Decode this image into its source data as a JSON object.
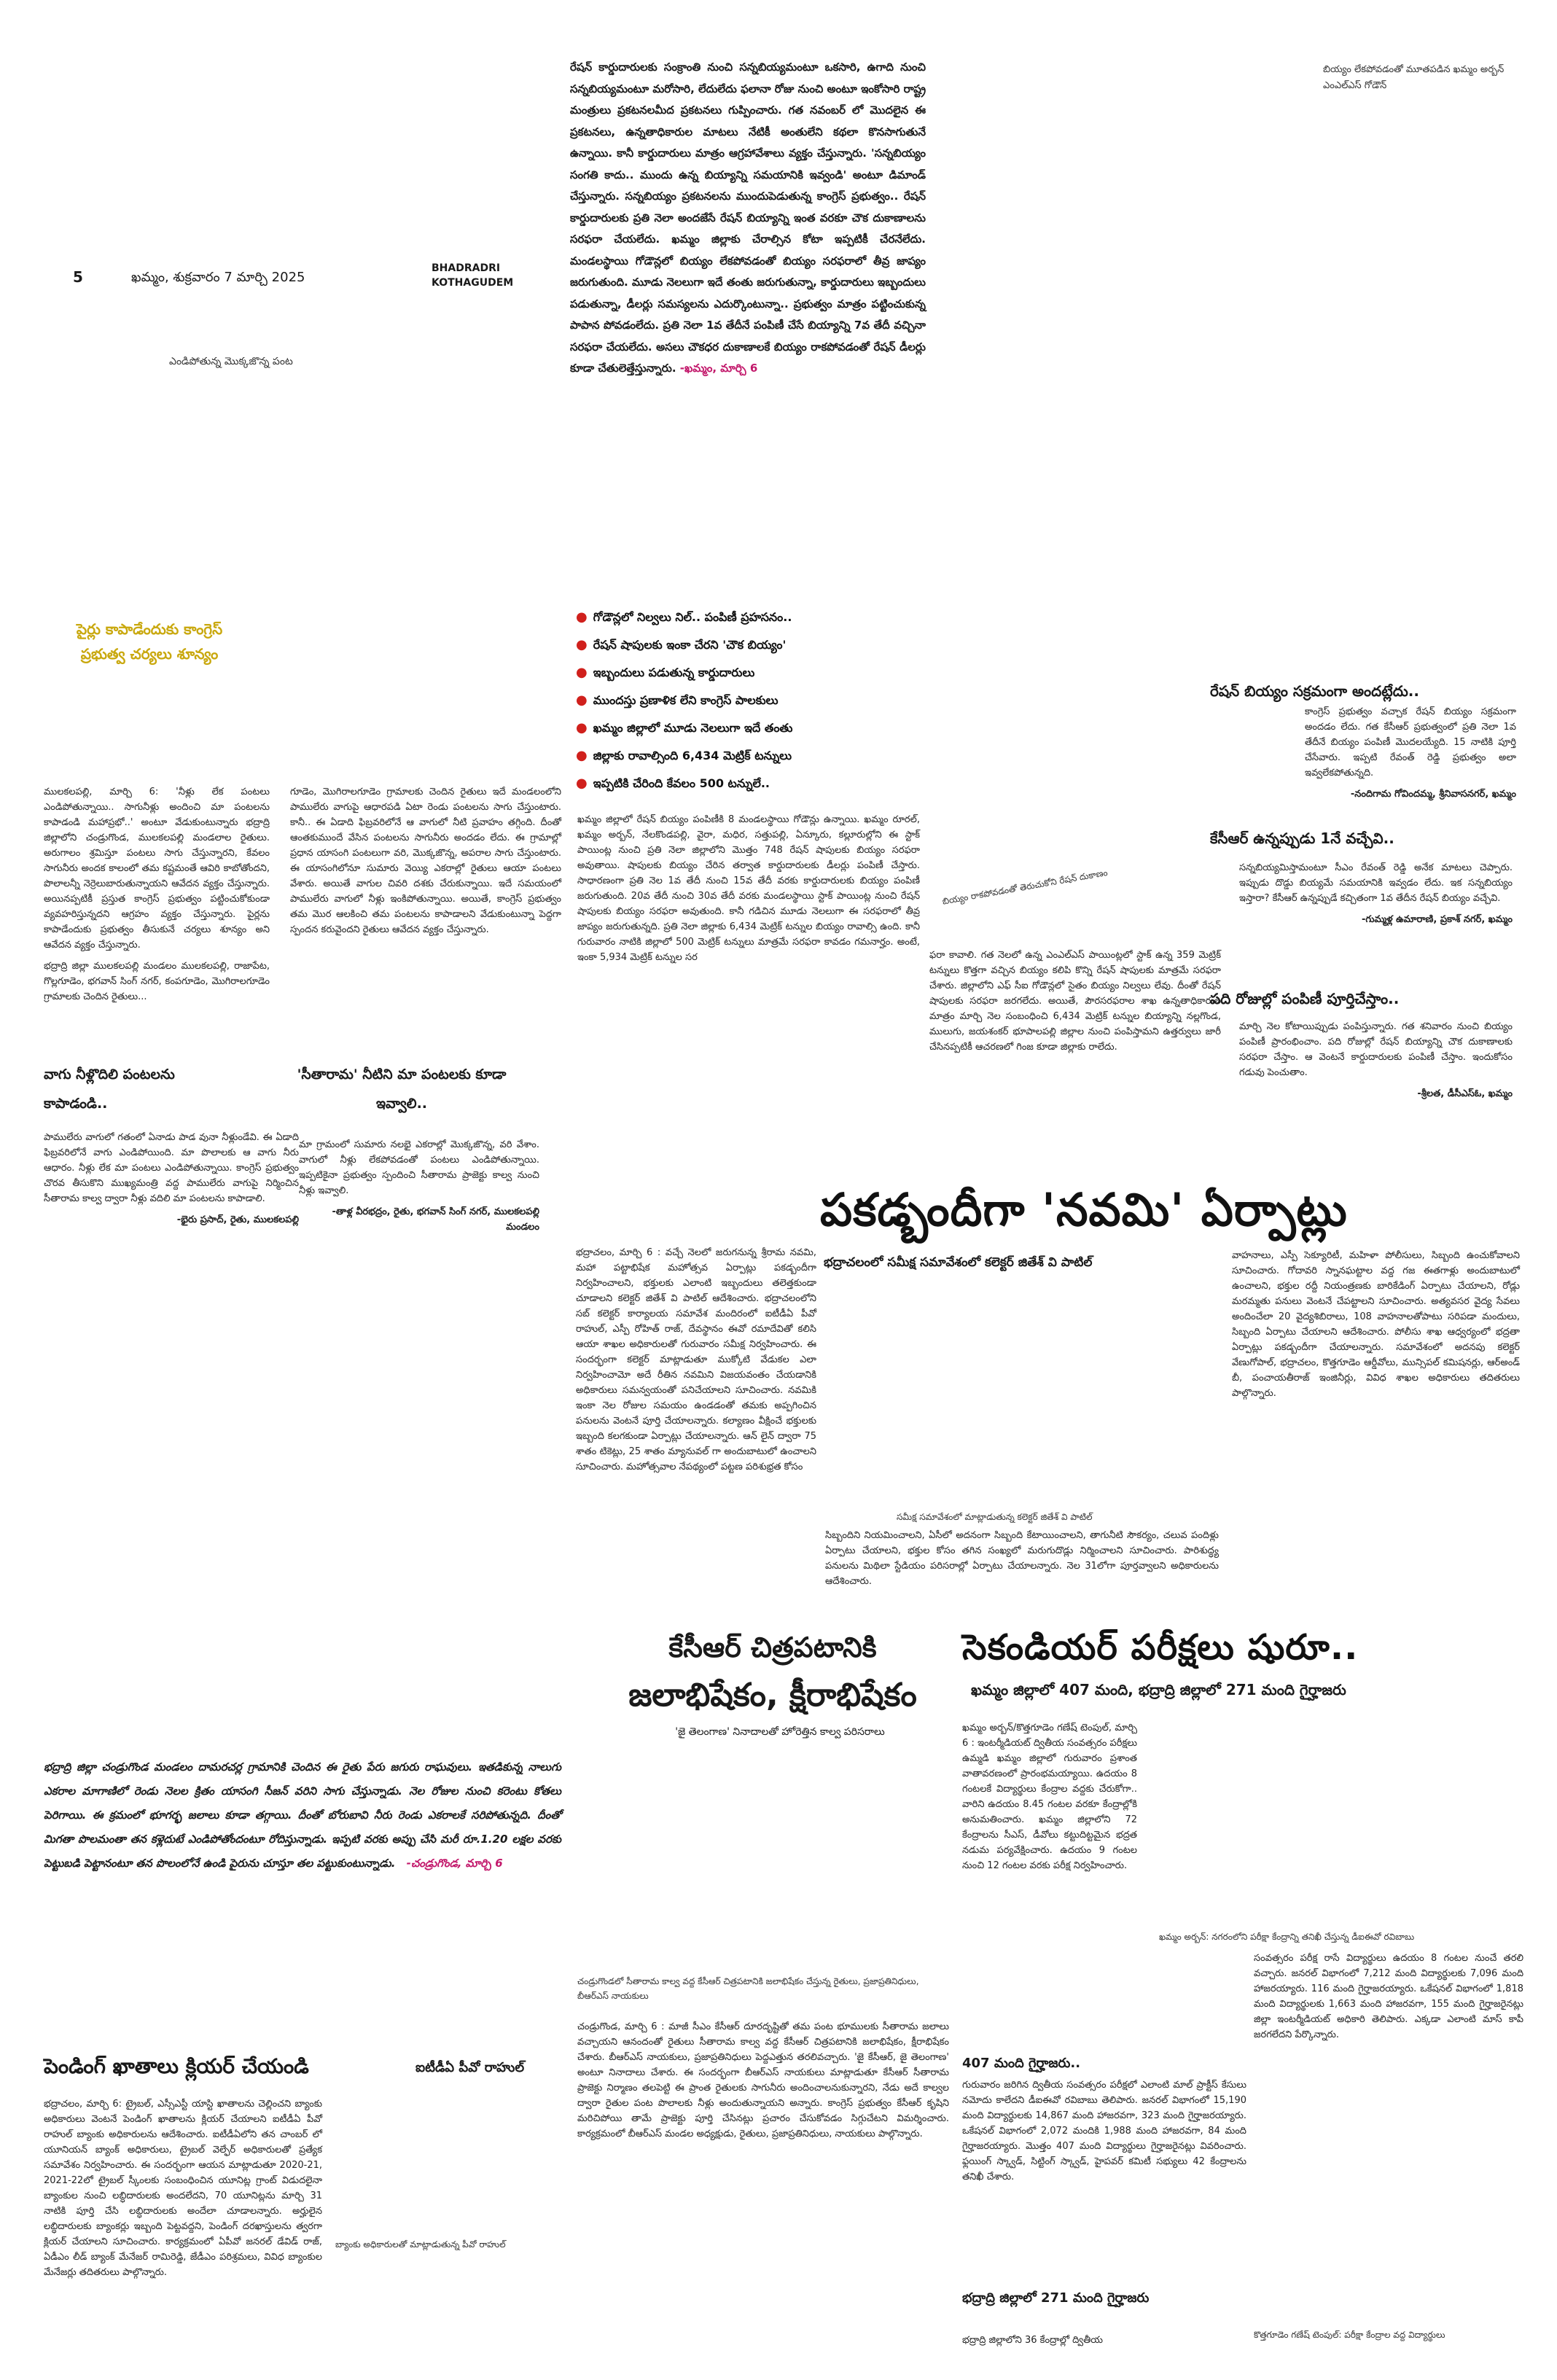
{
  "masthead": {
    "page_no": "5",
    "date_line": "ఖమ్మం, శుక్రవారం 7 మార్చి 2025",
    "edition": "BHADRADRI KOTHAGUDEM"
  },
  "top_left_caption": "ఎండిపోతున్న మొక్కజొన్న పంట",
  "top_right_caption": "బియ్యం లేకపోవడంతో మూతపడిన ఖమ్మం అర్బన్ ఎంఎల్ఎస్ గోడౌన్",
  "ration_story": {
    "text": "రేషన్ కార్డుదారులకు సంక్రాంతి నుంచి సన్నబియ్యమంటూ ఒకసారి, ఉగాది నుంచి సన్నబియ్యమంటూ మరోసారి, లేదులేదు ఫలానా రోజు నుంచి అంటూ ఇంకోసారి రాష్ట్ర మంత్రులు ప్రకటనలమీద ప్రకటనలు గుప్పించారు. గత నవంబర్ లో మొదలైన ఈ ప్రకటనలు, ఉన్నతాధికారుల మాటలు నేటికీ అంతులేని కథలా కొనసాగుతునే ఉన్నాయి. కానీ కార్డుదారులు మాత్రం ఆగ్రహావేశాలు వ్యక్తం చేస్తున్నారు. 'సన్నబియ్యం సంగతి కాదు.. ముందు ఉన్న బియ్యాన్ని సమయానికి ఇవ్వండి' అంటూ డిమాండ్ చేస్తున్నారు. సన్నబియ్యం ప్రకటనలను ముందుపెడుతున్న కాంగ్రెస్ ప్రభుత్వం.. రేషన్ కార్డుదారులకు ప్రతి నెలా అందజేసే రేషన్ బియ్యాన్ని ఇంత వరకూ చౌక దుకాణాలను సరఫరా చేయలేదు. ఖమ్మం జిల్లాకు చేరాల్సిన కోటా ఇప్పటికీ చేరనేలేదు. మండలస్థాయి గోడౌన్లలో బియ్యం లేకపోవడంతో బియ్యం సరఫరాలో తీవ్ర జాప్యం జరుగుతుంది. మూడు నెలలుగా ఇదే తంతు జరుగుతున్నా, కార్డుదారులు ఇబ్బందులు పడుతున్నా, డీలర్లు సమస్యలను ఎదుర్కొంటున్నా.. ప్రభుత్వం మాత్రం పట్టించుకున్న పాపాన పోవడంలేదు. ప్రతి నెలా 1వ తేదీనే పంపిణీ చేసే బియ్యాన్ని 7వ తేదీ వచ్చినా సరఫరా చేయలేదు. అసలు చౌకధర దుకాణాలకే బియ్యం రాకపోవడంతో రేషన్ డీలర్లు కూడా చేతులెత్తేస్తున్నారు.",
    "dateline": "-ఖమ్మం, మార్చి 6"
  },
  "farmers_section": {
    "head": "పైర్లు కాపాడేందుకు కాంగ్రెస్ ప్రభుత్వ చర్యలు శూన్యం",
    "col1": "ములకలపల్లి, మార్చి 6: 'నీళ్లు లేక పంటలు ఎండిపోతున్నాయి.. సాగునీళ్లు అందించి మా పంటలను కాపాడండి మహాప్రభో..' అంటూ వేడుకుంటున్నారు భద్రాద్రి జిల్లాలోని చండ్రుగొండ, ములకలపల్లి మండలాల రైతులు. అరుగాలం శ్రమిస్తూ పంటలు సాగు చేస్తున్నారని, కేవలం సాగునీరు అందక కాలంలో తమ కష్టమంతే ఆవిరి కాబోతోందని, పొలాలన్నీ నెర్రెలుబారుతున్నాయని ఆవేదన వ్యక్తం చేస్తున్నారు. అయినప్పటికీ ప్రస్తుత కాంగ్రెస్ ప్రభుత్వం పట్టించుకోకుండా వ్యవహరిస్తున్నదని ఆగ్రహం వ్యక్తం చేస్తున్నారు. పైర్లను కాపాడేందుకు ప్రభుత్వం తీసుకునే చర్యలు శూన్యం అని ఆవేదన వ్యక్తం చేస్తున్నారు.",
    "col1b": "భద్రాద్రి జిల్లా ములకలపల్లి మండలం ములకలపల్లి, రాజాపేట, గొల్లగూడెం, భగవాన్ సింగ్ నగర్, కంపగూడెం, మొగిరాలగూడెం గ్రామాలకు చెందిన రైతులు...",
    "col2": "గూడెం, మొగిరాలగూడెం గ్రామాలకు చెందిన రైతులు ఇదే మండలంలోని పాములేరు వాగుపై ఆధారపడి ఏటా రెండు పంటలను సాగు చేస్తుంటారు. కానీ.. ఈ ఏడాది ఫిబ్రవరిలోనే ఆ వాగులో నీటి ప్రవాహం తగ్గింది. దీంతో ఆంతకుముందే వేసిన పంటలను సాగునీరు అందడం లేదు. ఈ గ్రామాల్లో ప్రధాన యాసంగి పంటలుగా వరి, మొక్కజొన్న, అపరాల సాగు చేస్తుంటారు. ఈ యాసంగిలోనూ సుమారు వెయ్యి ఎకరాల్లో రైతులు ఆయా పంటలు వేశారు. అయితే వాగుల చివరి దశకు చేరుకున్నాయి. ఇదే సమయంలో పాములేరు వాగులో నీళ్లు ఇంకిపోతున్నాయి. అయితే, కాంగ్రెస్ ప్రభుత్వం తమ మొర ఆలకించి తమ పంటలను కాపాడాలని వేడుకుంటున్నా పెద్దగా స్పందన కరువైందని రైతులు ఆవేదన వ్యక్తం చేస్తున్నారు.",
    "sub1_head": "వాగు నీళ్లొదిలి పంటలను కాపాడండి..",
    "sub1_text": "పాములేరు వాగులో గతంలో ఏనాడు పాడ వునా నీళ్లుండేవి. ఈ ఏడాది ఫిబ్రవరిలోనే వాగు ఎండిపోయింది. మా పొలాలకు ఆ వాగు నీరు ఆధారం. నీళ్లు లేక మా పంటలు ఎండిపోతున్నాయి. కాంగ్రెస్ ప్రభుత్వం చొరవ తీసుకొని ముఖ్యమంత్రి వద్ద పాములేరు వాగుపై నిర్మించిన సీతారామ కాల్వ ద్వారా నీళ్లు వదిలి మా పంటలను కాపాడాలి.",
    "sub1_sig": "-భైరు ప్రసాద్, రైతు, ములకలపల్లి",
    "sub2_head": "'సీతారామ' నీటిని మా పంటలకు కూడా ఇవ్వాలి..",
    "sub2_text": "మా గ్రామంలో సుమారు నలభై ఎకరాల్లో మొక్కజొన్న, వరి వేశాం. వాగులో నీళ్లు లేకపోవడంతో పంటలు ఎండిపోతున్నాయి. ఇప్పటికైనా ప్రభుత్వం స్పందించి సీతారామ ప్రాజెక్టు కాల్వ నుంచి నీళ్లు ఇవ్వాలి.",
    "sub2_sig": "-తాళ్ల వీరభద్రం, రైతు, భగవాన్ సింగ్ నగర్, ములకలపల్లి మండలం"
  },
  "ration_highlights": [
    "గోడౌన్లలో నిల్వలు నిల్.. పంపిణీ ప్రహసనం..",
    "రేషన్ షాపులకు ఇంకా చేరని 'చౌక బియ్యం'",
    "ఇబ్బందులు పడుతున్న కార్డుదారులు",
    "ముందస్తు ప్రణాళిక లేని కాంగ్రెస్ పాలకులు",
    "ఖమ్మం జిల్లాలో మూడు నెలలుగా ఇదే తంతు",
    "జిల్లాకు రావాల్సింది 6,434 మెట్రిక్ టన్నులు",
    "ఇప్పటికి చేరింది కేవలం 500 టన్నులే.."
  ],
  "ration_detail": {
    "col_a": "ఖమ్మం జిల్లాలో రేషన్ బియ్యం పంపిణీకి 8 మండలస్థాయి గోడౌన్లు ఉన్నాయి. ఖమ్మం రూరల్, ఖమ్మం అర్బన్, నేలకొండపల్లి, వైరా, మధిర, సత్తుపల్లి, ఏన్కూరు, కల్లూరుల్లోని ఈ స్టాక్ పాయింట్ల నుంచి ప్రతి నెలా జిల్లాలోని మొత్తం 748 రేషన్ షాపులకు బియ్యం సరఫరా అవుతాయి. షాపులకు బియ్యం చేరిన తర్వాత కార్డుదారులకు డీలర్లు పంపిణీ చేస్తారు. సాధారణంగా ప్రతి నెల 1వ తేదీ నుంచి 15వ తేదీ వరకు కార్డుదారులకు బియ్యం పంపిణీ జరుగుతుంది. 20వ తేదీ నుంచి 30వ తేదీ వరకు మండలస్థాయి స్టాక్ పాయింట్ల నుంచి రేషన్ షాపులకు బియ్యం సరఫరా అవుతుంది. కానీ గడిచిన మూడు నెలలుగా ఈ సరఫరాలో తీవ్ర జాప్యం జరుగుతున్నది. ప్రతి నెలా జిల్లాకు 6,434 మెట్రిక్ టన్నుల బియ్యం రావాల్సి ఉంది. కానీ గురువారం నాటికి జిల్లాలో 500 మెట్రిక్ టన్నులు మాత్రమే సరఫరా కావడం గమనార్హం. అంటే, ఇంకా 5,934 మెట్రిక్ టన్నుల సర",
    "col_b": "ఫరా కావాలి. గత నెలలో ఉన్న ఎంఎల్ఎస్ పాయింట్లలో స్టాక్ ఉన్న 359 మెట్రిక్ టన్నులు కొత్తగా వచ్చిన బియ్యం కలిపి కొన్ని రేషన్ షాపులకు మాత్రమే సరఫరా చేశారు. జిల్లాలోని ఎఫ్ సీఐ గోడౌన్లలో సైతం బియ్యం నిల్వలు లేవు. దీంతో రేషన్ షాపులకు సరఫరా జరగలేదు. అయితే, పౌరసరఫరాల శాఖ ఉన్నతాధికారుల మాత్రం మార్చి నెల సంబంధించి 6,434 మెట్రిక్ టన్నుల బియ్యాన్ని నల్లగొండ, ములుగు, జయశంకర్ భూపాలపల్లి జిల్లాల నుంచి పంపిస్తామని ఉత్తర్వులు జారీ చేసినప్పటికీ ఆచరణలో గింజ కూడా జిల్లాకు రాలేదు.",
    "photo_caption": "బియ్యం రాకపోవడంతో తెరుచుకోని రేషన్ దుకాణం",
    "quote1_head": "రేషన్ బియ్యం సక్రమంగా అందట్లేదు..",
    "quote1_text": "కాంగ్రెస్ ప్రభుత్వం వచ్చాక రేషన్ బియ్యం సక్రమంగా అందడం లేదు. గత కేసీఆర్ ప్రభుత్వంలో ప్రతి నెలా 1వ తేదీనే బియ్యం పంపిణీ మొదలయ్యేది. 15 నాటికి పూర్తి చేసేవారు. ఇప్పటి రేవంత్ రెడ్డి ప్రభుత్వం అలా ఇవ్వలేకపోతున్నది.",
    "quote1_sig": "-నందిగామ గోవిందమ్మ, శ్రీనివాసనగర్, ఖమ్మం",
    "quote2_head": "కేసీఆర్ ఉన్నప్పుడు 1నే వచ్చేవి..",
    "quote2_text": "సన్నబియ్యమిస్తామంటూ సీఎం రేవంత్ రెడ్డి అనేక మాటలు చెప్పారు. ఇప్పుడు దొడ్డు బియ్యమే సమయానికి ఇవ్వడం లేదు. ఇక సన్నబియ్యం ఇస్తారా? కేసీఆర్ ఉన్నప్పుడే కచ్చితంగా 1వ తేదీన రేషన్ బియ్యం వచ్చేవి.",
    "quote2_sig": "-గుమ్మళ్ల ఉమారాణి, ప్రకాశ్ నగర్, ఖమ్మం",
    "quote3_head": "పది రోజుల్లో పంపిణీ పూర్తిచేస్తాం..",
    "quote3_text": "మార్చి నెల కోటాయిప్పుడు పంపిస్తున్నారు. గత శనివారం నుంచి బియ్యం పంపిణీ ప్రారంభించాం. పది రోజుల్లో రేషన్ బియ్యాన్ని చౌక దుకాణాలకు సరఫరా చేస్తాం. ఆ వెంటనే కార్డుదారులకు పంపిణీ చేస్తాం. ఇందుకోసం గడువు పెంచుతాం.",
    "quote3_sig": "-శ్రీలత, డీసీఎస్ఓ, ఖమ్మం"
  },
  "navami": {
    "headline": "పకడ్బందీగా 'నవమి' ఏర్పాట్లు",
    "subhead": "భద్రాచలంలో సమీక్ష సమావేశంలో కలెక్టర్ జితేశ్ వి పాటిల్",
    "col_a": "భద్రాచలం, మార్చి 6 : వచ్చే నెలలో జరుగనున్న శ్రీరామ నవమి, మహా పట్టాభిషేక మహోత్సవ ఏర్పాట్లు పకడ్బందీగా నిర్వహించాలని, భక్తులకు ఎలాంటి ఇబ్బందులు తలెత్తకుండా చూడాలని కలెక్టర్ జితేశ్ వి పాటిల్ ఆదేశించారు. భద్రాచలంలోని సబ్ కలెక్టర్ కార్యాలయ సమావేశ మందిరంలో ఐటీడీఏ పీవో రాహుల్, ఎస్పీ రోహిత్ రాజ్, దేవస్థానం ఈవో రమాదేవితో కలిసి ఆయా శాఖల అధికారులతో గురువారం సమీక్ష నిర్వహించారు. ఈ సందర్భంగా కలెక్టర్ మాట్లాడుతూ ముక్కోటి వేడుకల ఎలా నిర్వహించామో అదే రీతిన నవమిని విజయవంతం చేయడానికి అధికారులు సమన్వయంతో పనిచేయాలని సూచించారు. నవమికి ఇంకా నెల రోజుల సమయం ఉండడంతో తమకు అప్పగించిన పనులను వెంటనే పూర్తి చేయాలన్నారు. కల్యాణం వీక్షించే భక్తులకు ఇబ్బంది కలగకుండా ఏర్పాట్లు చేయాలన్నారు. ఆన్ లైన్ ద్వారా 75 శాతం టికెట్లు, 25 శాతం మ్యానువల్ గా అందుబాటులో ఉంచాలని సూచించారు. మహోత్సవాల నేపథ్యంలో పట్టణ పరిశుభ్రత కోసం",
    "col_b": "సిబ్బందిని నియమించాలని, ఏసీలో అదనంగా సిబ్బంది కేటాయించాలని, తాగునీటి సౌకర్యం, చలువ పందిళ్లు ఏర్పాటు చేయాలని, భక్తుల కోసం తగిన సంఖ్యలో మరుగుదొడ్లు నిర్మించాలని సూచించారు. పారిశుద్ధ్య పనులను మిథిలా స్టేడియం పరిసరాల్లో ఏర్పాటు చేయాలన్నారు. నెల 31లోగా పూర్తవ్వాలని అధికారులను ఆదేశించారు.",
    "col_c": "వాహనాలు, ఎస్పీ సెక్యూరిటీ, మహిళా పోలీసులు, సిబ్బంది ఉంచుకోవాలని సూచించారు. గోదావరి స్నానఘట్టాల వద్ద గజ ఈతగాళ్లు అందుబాటులో ఉంచాలని, భక్తుల రద్దీ నియంత్రణకు బారికేడింగ్ ఏర్పాటు చేయాలని, రోడ్లు మరమ్మతు పనులు వెంటనే చేపట్టాలని సూచించారు. అత్యవసర వైద్య సేవలు అందించేలా 20 వైద్యశిబిరాలు, 108 వాహనాలతోపాటు సరిపడా మందులు, సిబ్బంది ఏర్పాటు చేయాలని ఆదేశించారు. పోలీసు శాఖ ఆధ్వర్యంలో భద్రతా ఏర్పాట్లు పకడ్బందీగా చేయాలన్నారు. సమావేశంలో అదనపు కలెక్టర్ వేణుగోపాల్, భద్రాచలం, కొత్తగూడెం ఆర్డీవోలు, మున్సిపల్ కమిషనర్లు, ఆర్అండ్ బీ, పంచాయతీరాజ్ ఇంజినీర్లు, వివిధ శాఖల అధికారులు తదితరులు పాల్గొన్నారు.",
    "photo_caption": "సమీక్ష సమావేశంలో మాట్లాడుతున్న కలెక్టర్ జితేశ్ వి పాటిల్"
  },
  "kcr": {
    "headline1": "కేసీఆర్ చిత్రపటానికి",
    "headline2": "జలాభిషేకం, క్షీరాభిషేకం",
    "subhead": "'జై తెలంగాణ' నినాదాలతో హోరెత్తిన కాల్వ పరిసరాలు",
    "photo_caption": "చండ్రుగొండలో సీతారామ కాల్వ వద్ద కేసీఆర్ చిత్రపటానికి జలాభిషేకం చేస్తున్న రైతులు, ప్రజాప్రతినిధులు, బీఆర్ఎస్ నాయకులు",
    "text": "చండ్రుగొండ, మార్చి 6 : మాజీ సీఎం కేసీఆర్ దూరదృష్టితో తమ పంట భూములకు సీతారామ జలాలు వచ్చాయని ఆనందంతో రైతులు సీతారామ కాల్వ వద్ద కేసీఆర్ చిత్రపటానికి జలాభిషేకం, క్షీరాభిషేకం చేశారు. బీఆర్ఎస్ నాయకులు, ప్రజాప్రతినిధులు పెద్దఎత్తున తరలివచ్చారు. 'జై కేసీఆర్, జై తెలంగాణ' అంటూ నినాదాలు చేశారు. ఈ సందర్భంగా బీఆర్ఎస్ నాయకులు మాట్లాడుతూ కేసీఆర్ సీతారామ ప్రాజెక్టు నిర్మాణం తలపెట్టి ఈ ప్రాంత రైతులకు సాగునీరు అందించాలనుకున్నారని, నేడు అదే కాల్వల ద్వారా రైతుల పంట పొలాలకు నీళ్లు అందుతున్నాయని అన్నారు. కాంగ్రెస్ ప్రభుత్వం కేసీఆర్ కృషిని మరిచిపోయి తామే ప్రాజెక్టు పూర్తి చేసినట్లు ప్రచారం చేసుకోవడం సిగ్గుచేటని విమర్శించారు. కార్యక్రమంలో బీఆర్ఎస్ మండల అధ్యక్షుడు, రైతులు, ప్రజాప్రతినిధులు, నాయకులు పాల్గొన్నారు."
  },
  "italic_story": {
    "text": "భద్రాద్రి జిల్లా చండ్రుగొండ మండలం దామరచర్ల గ్రామానికి చెందిన ఈ రైతు పేరు జగురు రాఘవులు. ఇతడికున్న నాలుగు ఎకరాల మాగాణిలో రెండు నెలల క్రితం యాసంగి సీజన్ వరిని సాగు చేస్తున్నాడు. నెల రోజుల నుంచి కరెంటు కోతలు పెరిగాయి. ఈ క్రమంలో భూగర్భ జలాలు కూడా తగ్గాయి. దీంతో బోరుబావి నీరు రెండు ఎకరాలకే సరిపోతున్నది. దీంతో మిగతా పొలమంతా తన కళ్లెదుటే ఎండిపోతోందంటూ రోదిస్తున్నాడు. ఇప్పటి వరకు అప్పు చేసి మరీ రూ.1.20 లక్షల వరకు పెట్టుబడి పెట్టానంటూ తన పొలంలోనే ఉండి పైరును చూస్తూ తల పట్టుకుంటున్నాడు.",
    "sig": "-చండ్రుగొండ, మార్చి 6"
  },
  "pending": {
    "headline": "పెండింగ్ ఖాతాలు క్లియర్ చేయండి",
    "kicker": "ఐటీడీఏ పీవో రాహుల్",
    "text": "భద్రాచలం, మార్చి 6: ట్రైబల్, ఎస్సీఎస్టీ యాస్టి ఖాతాలను చెల్లించని బ్యాంకు అధికారులు వెంటనే పెండింగ్ ఖాతాలను క్లియర్ చేయాలని ఐటీడీఏ పీవో రాహుల్ బ్యాంకు అధికారులను ఆదేశించారు. ఐటీడీఏలోని తన చాంబర్ లో యూనియన్ బ్యాంక్ అధికారులు, ట్రైబల్ వెల్ఫేర్ అధికారులతో ప్రత్యేక సమావేశం నిర్వహించారు. ఈ సందర్భంగా ఆయన మాట్లాడుతూ 2020-21, 2021-22లో ట్రైబల్ స్కీంలకు సంబంధించిన యూనిట్ల గ్రాంట్ విడుదలైనా బ్యాంకుల నుంచి లబ్ధిదారులకు అందలేదని, 70 యూనిట్లను మార్చి 31 నాటికి పూర్తి చేసి లబ్ధిదారులకు అందేలా చూడాలన్నారు. అర్హులైన లబ్ధిదారులకు బ్యాంకర్లు ఇబ్బంది పెట్టవద్దని, పెండింగ్ దరఖాస్తులను త్వరగా క్లియర్ చేయాలని సూచించారు. కార్యక్రమంలో ఏపీవో జనరల్ డేవిడ్ రాజ్, ఏడీఎం లీడ్ బ్యాంక్ మేనేజర్ రామిరెడ్డి, జేడీఎం పరిశ్రమలు, వివిధ బ్యాంకుల మేనేజర్లు తదితరులు పాల్గొన్నారు.",
    "photo_caption": "బ్యాంకు అధికారులతో మాట్లాడుతున్న పీవో రాహుల్"
  },
  "exams": {
    "headline": "సెకండియర్ పరీక్షలు షురూ..",
    "subhead": "ఖమ్మం జిల్లాలో 407 మంది, భద్రాద్రి జిల్లాలో 271 మంది గైర్హాజరు",
    "col_a": "ఖమ్మం అర్బన్/కొత్తగూడెం గణేష్ టెంపుల్, మార్చి 6 : ఇంటర్మీడియట్ ద్వితీయ సంవత్సరం పరీక్షలు ఉమ్మడి ఖమ్మం జిల్లాలో గురువారం ప్రశాంత వాతావరణంలో ప్రారంభమయ్యాయి. ఉదయం 8 గంటలకే విద్యార్థులు కేంద్రాల వద్దకు చేరుకోగా.. వారిని ఉదయం 8.45 గంటల వరకూ కేంద్రాల్లోకి అనుమతించారు. ఖమ్మం జిల్లాలోని 72 కేంద్రాలను సీఎస్, డీవోలు కట్టుదిట్టమైన భద్రత నడుమ పర్యవేక్షించారు. ఉదయం 9 గంటల నుంచి 12 గంటల వరకు పరీక్ష నిర్వహించారు.",
    "sub_khammam": "407 మంది గైర్హాజరు..",
    "col_a2": "గురువారం జరిగిన ద్వితీయ సంవత్సరం పరీక్షలో ఎలాంటి మాల్ ప్రాక్టీస్ కేసులు నమోదు కాలేదని డీఐఈవో రవిబాబు తెలిపారు. జనరల్ విభాగంలో 15,190 మంది విద్యార్థులకు 14,867 మంది హాజరవగా, 323 మంది గైర్హాజరయ్యారు. ఒకేషనల్ విభాగంలో 2,072 మందికి 1,988 మంది హాజరవగా, 84 మంది గైర్హాజరయ్యారు. మొత్తం 407 మంది విద్యార్థులు గైర్హాజరైనట్లు వివరించారు. ఫ్లయింగ్ స్క్వాడ్, సిట్టింగ్ స్క్వాడ్, హైపవర్ కమిటీ సభ్యులు 42 కేంద్రాలను తనిఖీ చేశారు.",
    "sub_bhadradri": "భద్రాద్రి జిల్లాలో 271 మంది గైర్హాజరు",
    "col_a3": "భద్రాద్రి జిల్లాలోని 36 కేంద్రాల్లో ద్వితీయ",
    "col_b": "సంవత్సరం పరీక్ష రాసే విద్యార్థులు ఉదయం 8 గంటల నుంచే తరలి వచ్చారు. జనరల్ విభాగంలో 7,212 మంది విద్యార్థులకు 7,096 మంది హాజరయ్యారు. 116 మంది గైర్హాజరయ్యారు. ఒకేషనల్ విభాగంలో 1,818 మంది విద్యార్థులకు 1,663 మంది హాజరవగా, 155 మంది గైర్హాజరైనట్లు జిల్లా ఇంటర్మీడియట్ అధికారి తెలిపారు. ఎక్కడా ఎలాంటి మాస్ కాపీ జరగలేదని పేర్కొన్నారు.",
    "photo_caption_a": "ఖమ్మం అర్బన్: నగరంలోని పరీక్షా కేంద్రాన్ని తనిఖీ చేస్తున్న డీఐఈవో రవిబాబు",
    "photo_caption_b": "కొత్తగూడెం గణేష్ టెంపుల్: పరీక్షా కేంద్రాల వద్ద విద్యార్థులు"
  }
}
